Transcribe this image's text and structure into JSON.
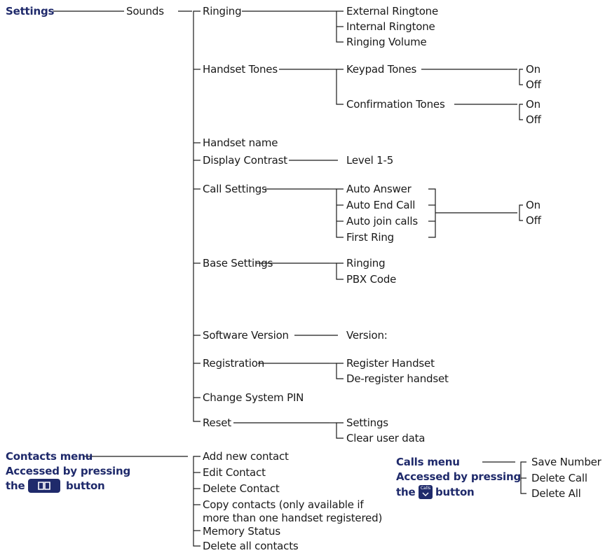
{
  "settings": {
    "root": "Settings",
    "sounds": "Sounds",
    "ringing": "Ringing",
    "external_ringtone": "External Ringtone",
    "internal_ringtone": "Internal Ringtone",
    "ringing_volume": "Ringing Volume",
    "handset_tones": "Handset Tones",
    "keypad_tones": "Keypad Tones",
    "confirmation_tones": "Confirmation Tones",
    "on": "On",
    "off": "Off",
    "handset_name": "Handset name",
    "display_contrast": "Display Contrast",
    "level": "Level 1-5",
    "call_settings": "Call Settings",
    "auto_answer": "Auto Answer",
    "auto_end_call": "Auto End Call",
    "auto_join_calls": "Auto join calls",
    "first_ring": "First Ring",
    "base_settings": "Base Settings",
    "base_ringing": "Ringing",
    "pbx_code": "PBX Code",
    "software_version": "Software Version",
    "version": "Version:",
    "registration": "Registration",
    "register_handset": "Register Handset",
    "deregister_handset": "De-register handset",
    "change_pin": "Change System PIN",
    "reset": "Reset",
    "reset_settings": "Settings",
    "clear_user_data": "Clear user data"
  },
  "contacts": {
    "title": "Contacts menu",
    "accessed": "Accessed by pressing",
    "the": "the",
    "button": "button",
    "items": [
      "Add new contact",
      "Edit Contact",
      "Delete Contact",
      "Copy contacts (only available if",
      "more than one handset registered)",
      "Memory Status",
      "Delete all contacts"
    ]
  },
  "calls": {
    "title": "Calls menu",
    "accessed": "Accessed by pressing",
    "the": "the",
    "button": "button",
    "icon_label": "Calls",
    "items": [
      "Save Number",
      "Delete Call",
      "Delete All"
    ]
  }
}
